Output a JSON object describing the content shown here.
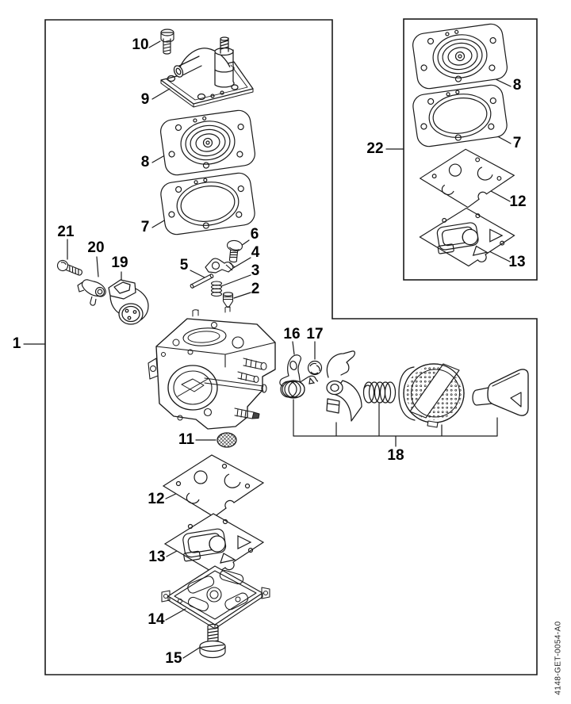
{
  "figure": {
    "doc_number": "4148-GET-0054-A0",
    "line_color": "#1a1a1a",
    "background_color": "#ffffff"
  },
  "callouts": [
    {
      "part": "1"
    },
    {
      "part": "10"
    },
    {
      "part": "9"
    },
    {
      "part": "8"
    },
    {
      "part": "7"
    },
    {
      "part": "21"
    },
    {
      "part": "20"
    },
    {
      "part": "19"
    },
    {
      "part": "5"
    },
    {
      "part": "6"
    },
    {
      "part": "4"
    },
    {
      "part": "3"
    },
    {
      "part": "2"
    },
    {
      "part": "16"
    },
    {
      "part": "17"
    },
    {
      "part": "18"
    },
    {
      "part": "11"
    },
    {
      "part": "12"
    },
    {
      "part": "13"
    },
    {
      "part": "14"
    },
    {
      "part": "15"
    },
    {
      "part": "22"
    },
    {
      "part": "8"
    },
    {
      "part": "7"
    },
    {
      "part": "12"
    },
    {
      "part": "13"
    }
  ]
}
